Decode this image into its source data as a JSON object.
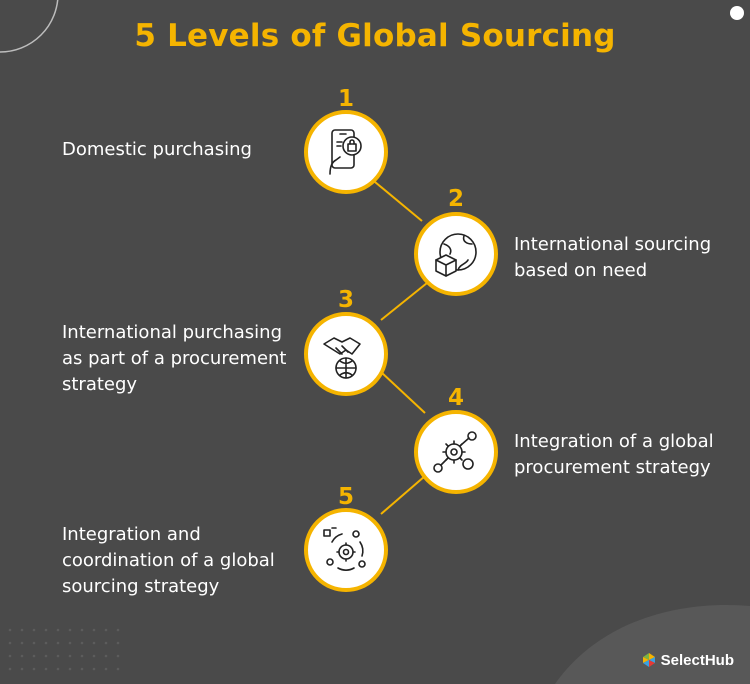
{
  "title": "5 Levels of Global Sourcing",
  "colors": {
    "accent": "#f5b400",
    "background": "#4a4a4a",
    "circle_fill": "#ffffff",
    "text": "#ffffff"
  },
  "levels": [
    {
      "number": "1",
      "lines": [
        "Domestic purchasing"
      ],
      "icon": "shopping-phone-icon"
    },
    {
      "number": "2",
      "lines": [
        "International sourcing",
        "based on need"
      ],
      "icon": "globe-package-icon"
    },
    {
      "number": "3",
      "lines": [
        "International purchasing",
        "as part of a procurement",
        "strategy"
      ],
      "icon": "handshake-globe-icon"
    },
    {
      "number": "4",
      "lines": [
        "Integration of a global",
        "procurement strategy"
      ],
      "icon": "gears-network-icon"
    },
    {
      "number": "5",
      "lines": [
        "Integration and",
        "coordination of a global",
        "sourcing strategy"
      ],
      "icon": "strategy-cycle-icon"
    }
  ],
  "brand": {
    "name": "SelectHub",
    "icon": "selecthub-logo-icon"
  }
}
